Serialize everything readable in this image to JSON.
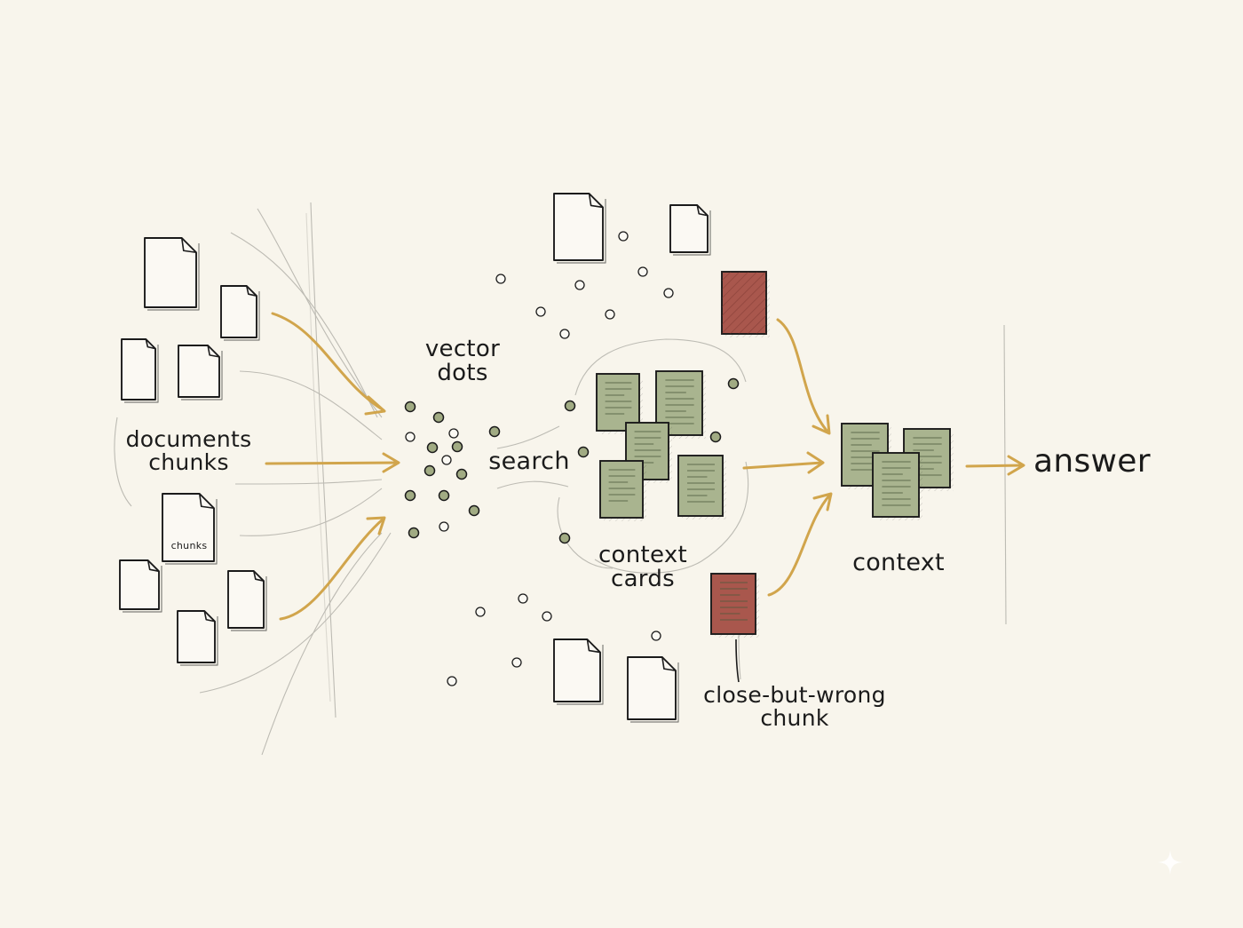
{
  "labels": {
    "documents": [
      "documents",
      "chunks"
    ],
    "doc_tag": "chunks",
    "vector": [
      "vector",
      "dots"
    ],
    "search": "search",
    "context_cards": [
      "context",
      "cards"
    ],
    "close_wrong": [
      "close-but-wrong",
      "chunk"
    ],
    "context": "context",
    "answer": "answer"
  },
  "colors": {
    "paper": "#f8f5ec",
    "ink": "#1b1b1b",
    "pencil": "#a9a79f",
    "arrow": "#d1a54c",
    "card_green": "#a9b48f",
    "card_red": "#a9574d",
    "dot_green": "#a1ab83"
  },
  "icons": [
    "document-icon",
    "vector-dot-icon",
    "context-card-icon",
    "wrong-chunk-icon",
    "arrow-icon",
    "sparkle-icon"
  ]
}
